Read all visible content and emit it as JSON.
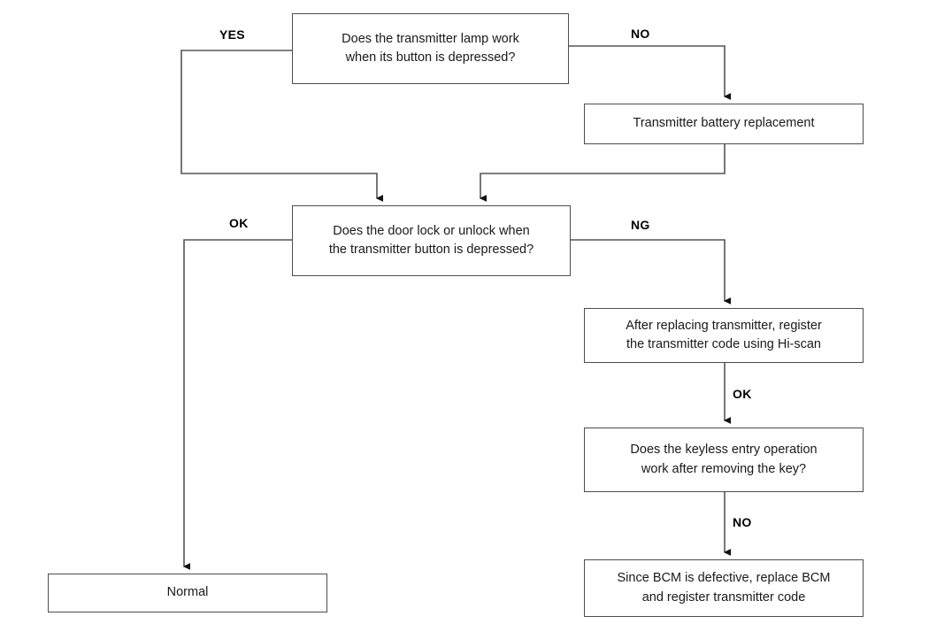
{
  "diagram": {
    "title": "Keyless entry / transmitter troubleshooting flowchart",
    "line_color": "#555555",
    "box_border_color": "#4d4d4d",
    "text_color": "#1a1a1a",
    "background": "#ffffff"
  },
  "nodes": {
    "q_lamp": {
      "line1": "Does the transmitter lamp work",
      "line2": "when its button is depressed?"
    },
    "battery": {
      "line1": "Transmitter battery replacement"
    },
    "q_doorlock": {
      "line1": "Does the door lock or unlock when",
      "line2": "the transmitter button is depressed?"
    },
    "register": {
      "line1": "After replacing transmitter, register",
      "line2": "the transmitter code using Hi-scan"
    },
    "q_keyless": {
      "line1": "Does the keyless entry operation",
      "line2": "work after removing the key?"
    },
    "bcm": {
      "line1": "Since BCM is defective, replace BCM",
      "line2": "and register transmitter code"
    },
    "normal": {
      "line1": "Normal"
    }
  },
  "edge_labels": {
    "yes": "YES",
    "no_top": "NO",
    "ok_left": "OK",
    "ng": "NG",
    "ok_mid": "OK",
    "no_bottom": "NO"
  }
}
